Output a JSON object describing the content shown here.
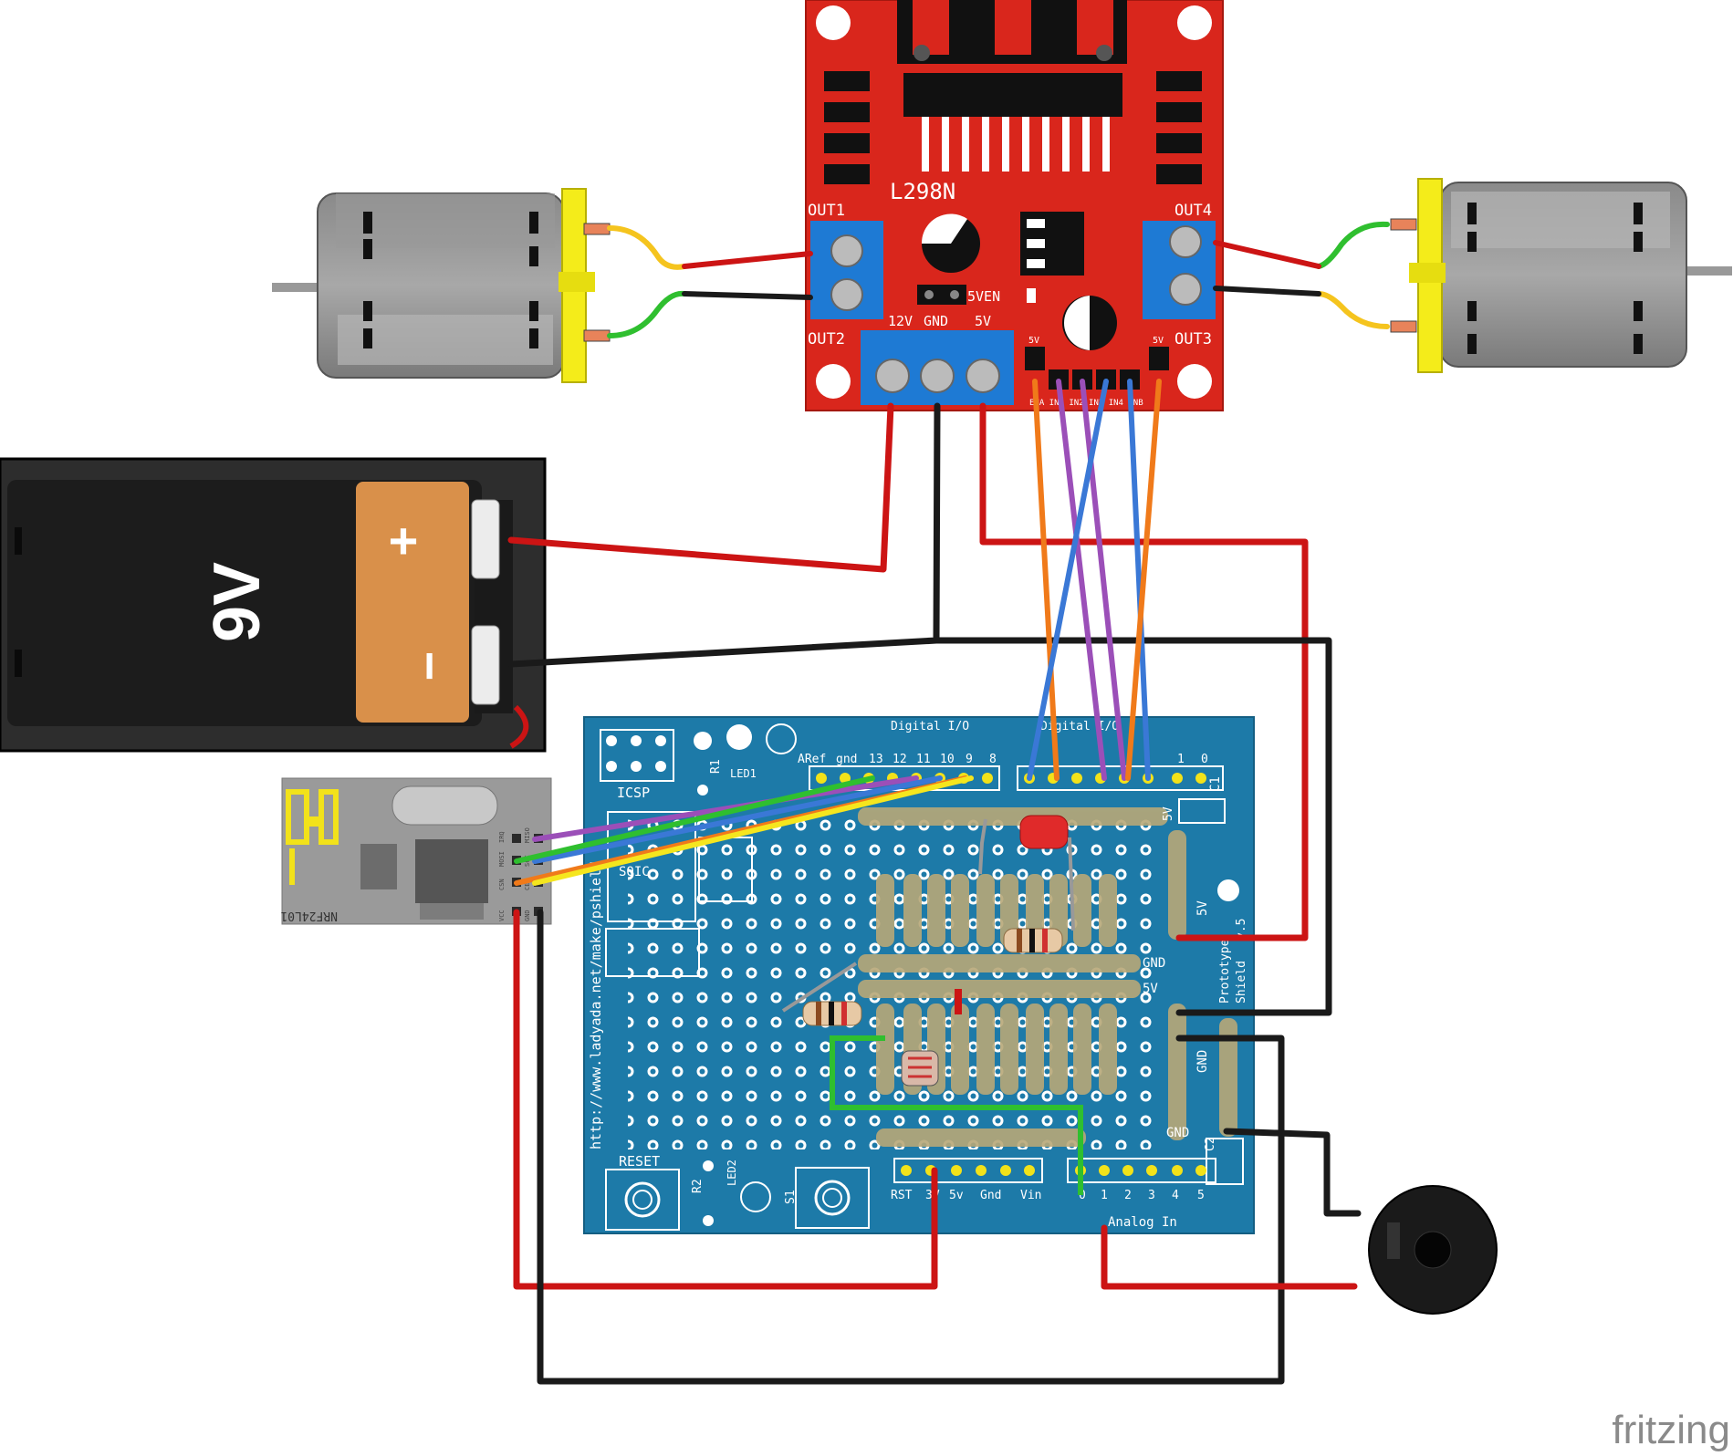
{
  "driver": {
    "chip": "L298N",
    "out1": "OUT1",
    "out2": "OUT2",
    "out3": "OUT3",
    "out4": "OUT4",
    "power_12v": "12V",
    "power_gnd": "GND",
    "power_5v": "5V",
    "jumper": "5VEN",
    "small_5v_left": "5V",
    "small_5v_right": "5V",
    "pin_labels": "ENA IN1 IN2 IN3 IN4 ENB"
  },
  "battery": {
    "voltage": "9V",
    "plus": "+",
    "minus": "−"
  },
  "radio": {
    "model": "NRF24L01",
    "pins": [
      "IRQ",
      "MOSI",
      "CSN",
      "VCC"
    ],
    "pins_right": [
      "MISO",
      "SCK",
      "CE",
      "GND"
    ]
  },
  "shield": {
    "digital_io": "Digital I/O",
    "digital_io_2": "Digital I/O",
    "icsp": "ICSP",
    "aref": "ARef",
    "gnd": "gnd",
    "pin_numbers": [
      "13",
      "12",
      "11",
      "10",
      "9",
      "8"
    ],
    "pin_numbers_right": [
      "1",
      "0"
    ],
    "led1": "LED1",
    "r1": "R1",
    "soic": "SOIC",
    "url": "http://www.ladyada.net/make/pshield",
    "label_5v": "5V",
    "label_gnd": "GND",
    "label_gnd2": "GND",
    "label_5v2": "5V",
    "label_gnd3": "GND",
    "c1": "C1",
    "c2": "C2",
    "proto": "Prototype",
    "shield": "Shield",
    "version": "v.5",
    "reset": "RESET",
    "r2": "R2",
    "led2": "LED2",
    "s1": "S1",
    "power_pins": [
      "RST",
      "3V",
      "5v",
      "Gnd",
      "Vin"
    ],
    "analog_pins": [
      "0",
      "1",
      "2",
      "3",
      "4",
      "5"
    ],
    "analog_in": "Analog In"
  },
  "branding": {
    "logo": "fritzing"
  },
  "colors": {
    "board_red": "#d9261c",
    "shield_blue": "#1d7aa8",
    "wire_red": "#cc1414",
    "wire_black": "#1a1a1a",
    "wire_orange": "#f07a1a",
    "wire_purple": "#9b4fb8",
    "wire_blue": "#3a78d6",
    "wire_green": "#2fbf2f",
    "wire_yellow": "#f5e61e",
    "motor_yellow": "#f4ec1a",
    "battery_orange": "#d9904a"
  }
}
